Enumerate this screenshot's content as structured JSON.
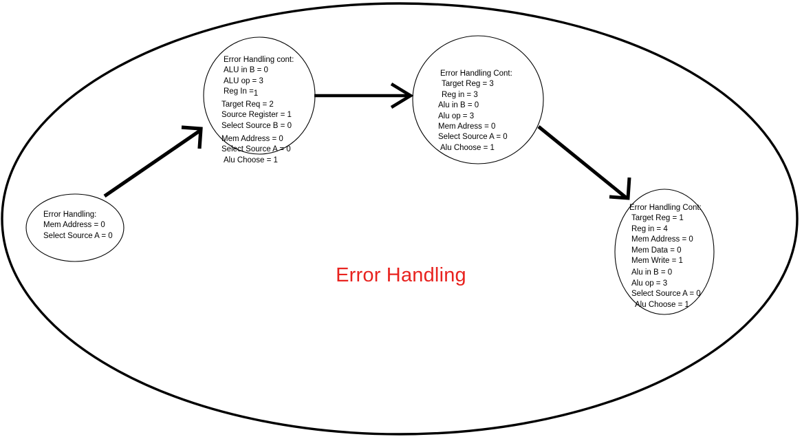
{
  "diagram": {
    "title": "Error Handling",
    "title_color": "#e8231f",
    "outline_color": "#000000",
    "background": "#ffffff",
    "outer_boundary": {
      "shape": "ellipse",
      "label": "Error Handling"
    },
    "nodes": [
      {
        "id": "node-1",
        "shape": "ellipse",
        "header": "Error Handling:",
        "lines": [
          "Error Handling:",
          "Mem Address = 0",
          "Select Source A = 0"
        ]
      },
      {
        "id": "node-2",
        "shape": "circle",
        "header": "Error Handling cont:",
        "lines": [
          "Error Handling cont:",
          "ALU in B = 0",
          "ALU op = 3",
          "Reg In =",
          "Target Req = 2",
          "Source Register = 1",
          "Select Source B = 0",
          "Mem Address = 0",
          "Select Source A = 0",
          "Alu Choose = 1"
        ],
        "reg_in_subscript": "1"
      },
      {
        "id": "node-3",
        "shape": "circle",
        "header": "Error Handling Cont:",
        "lines": [
          "Error Handling Cont:",
          "Target Reg = 3",
          "Reg in = 3",
          "Alu in B = 0",
          "Alu op = 3",
          "Mem Adress = 0",
          "Select Source A = 0",
          "Alu Choose = 1"
        ]
      },
      {
        "id": "node-4",
        "shape": "ellipse",
        "header": "Error Handling Cont:",
        "lines": [
          "Error Handling Cont:",
          "Target Reg = 1",
          "Reg in = 4",
          "Mem Address = 0",
          "Mem Data = 0",
          "Mem Write = 1",
          "Alu in B = 0",
          "Alu op = 3",
          "Select Source A = 0",
          "Alu Choose = 1"
        ]
      }
    ],
    "edges": [
      {
        "id": "edge-1-2",
        "from": "node-1",
        "to": "node-2",
        "direction": "up-right"
      },
      {
        "id": "edge-2-3",
        "from": "node-2",
        "to": "node-3",
        "direction": "right"
      },
      {
        "id": "edge-3-4",
        "from": "node-3",
        "to": "node-4",
        "direction": "down-right"
      }
    ]
  }
}
